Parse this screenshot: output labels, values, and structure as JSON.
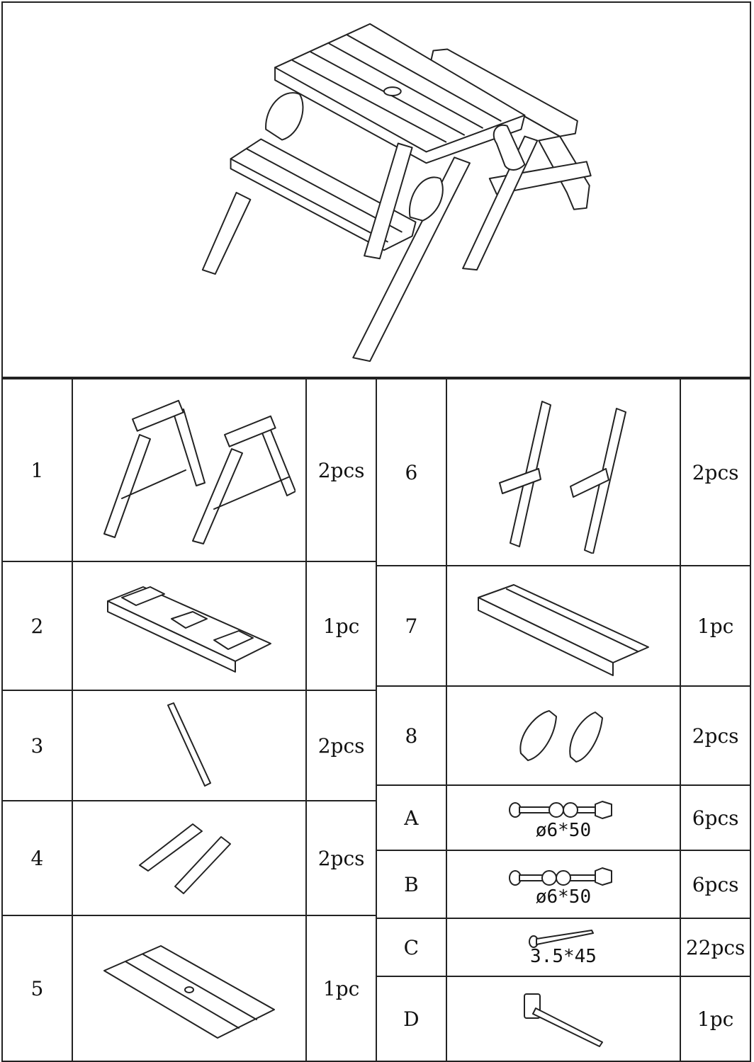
{
  "parts_left": [
    {
      "index": "1",
      "qty": "2pcs",
      "icon": "a-frame-leg-assembly-icon"
    },
    {
      "index": "2",
      "qty": "1pc",
      "icon": "bench-seat-panel-icon"
    },
    {
      "index": "3",
      "qty": "2pcs",
      "icon": "diagonal-brace-icon"
    },
    {
      "index": "4",
      "qty": "2pcs",
      "icon": "hinge-bracket-icon"
    },
    {
      "index": "5",
      "qty": "1pc",
      "icon": "table-top-panel-icon"
    }
  ],
  "parts_right": [
    {
      "index": "6",
      "qty": "2pcs",
      "icon": "side-leg-icon"
    },
    {
      "index": "7",
      "qty": "1pc",
      "icon": "backrest-panel-icon"
    },
    {
      "index": "8",
      "qty": "2pcs",
      "icon": "arm-block-icon"
    },
    {
      "index": "A",
      "qty": "6pcs",
      "icon": "carriage-bolt-icon",
      "spec": "ø6*50"
    },
    {
      "index": "B",
      "qty": "6pcs",
      "icon": "hex-bolt-icon",
      "spec": "ø6*50"
    },
    {
      "index": "C",
      "qty": "22pcs",
      "icon": "wood-screw-icon",
      "spec": "3.5*45"
    },
    {
      "index": "D",
      "qty": "1pc",
      "icon": "hex-wrench-icon"
    }
  ]
}
